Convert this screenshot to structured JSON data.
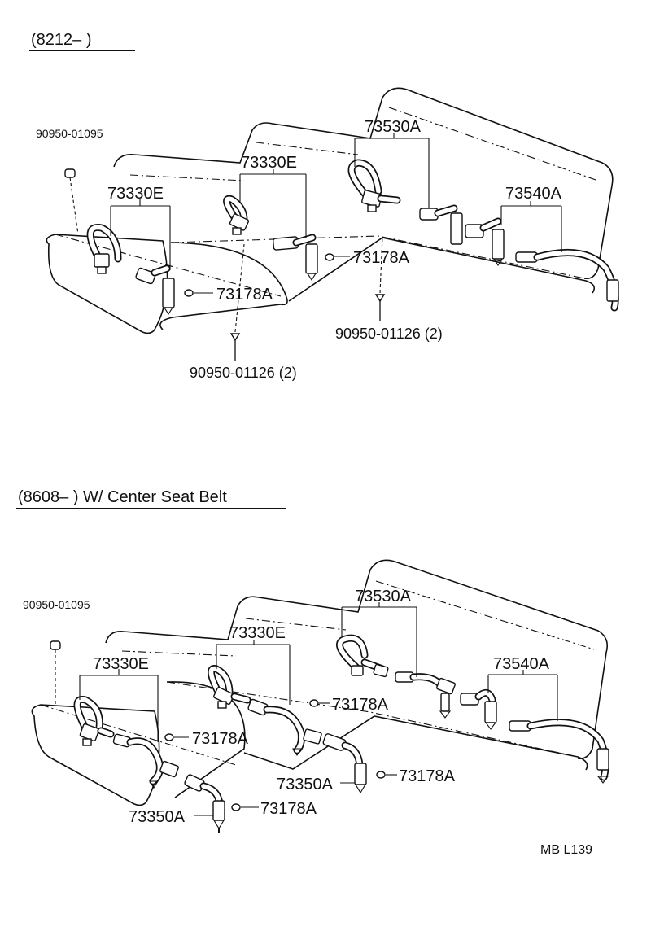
{
  "sections": [
    {
      "header": "(8212–          )",
      "labels": {
        "p90950_01095": "90950-01095",
        "p73330e_left": "73330E",
        "p73330e_mid": "73330E",
        "p73530a": "73530A",
        "p73540a": "73540A",
        "p73178a_right": "73178A",
        "p73178a_left": "73178A",
        "p90950_01126_right": "90950-01126 (2)",
        "p90950_01126_left": "90950-01126 (2)"
      }
    },
    {
      "header": "(8608–          ) W/ Center Seat Belt",
      "labels": {
        "p90950_01095": "90950-01095",
        "p73330e_left": "73330E",
        "p73330e_mid": "73330E",
        "p73530a": "73530A",
        "p73540a": "73540A",
        "p73178a_mid": "73178A",
        "p73178a_upper": "73178A",
        "p73178a_right": "73178A",
        "p73178a_low": "73178A",
        "p73350a_right": "73350A",
        "p73350a_left": "73350A"
      }
    }
  ],
  "footer": "MB   L139"
}
